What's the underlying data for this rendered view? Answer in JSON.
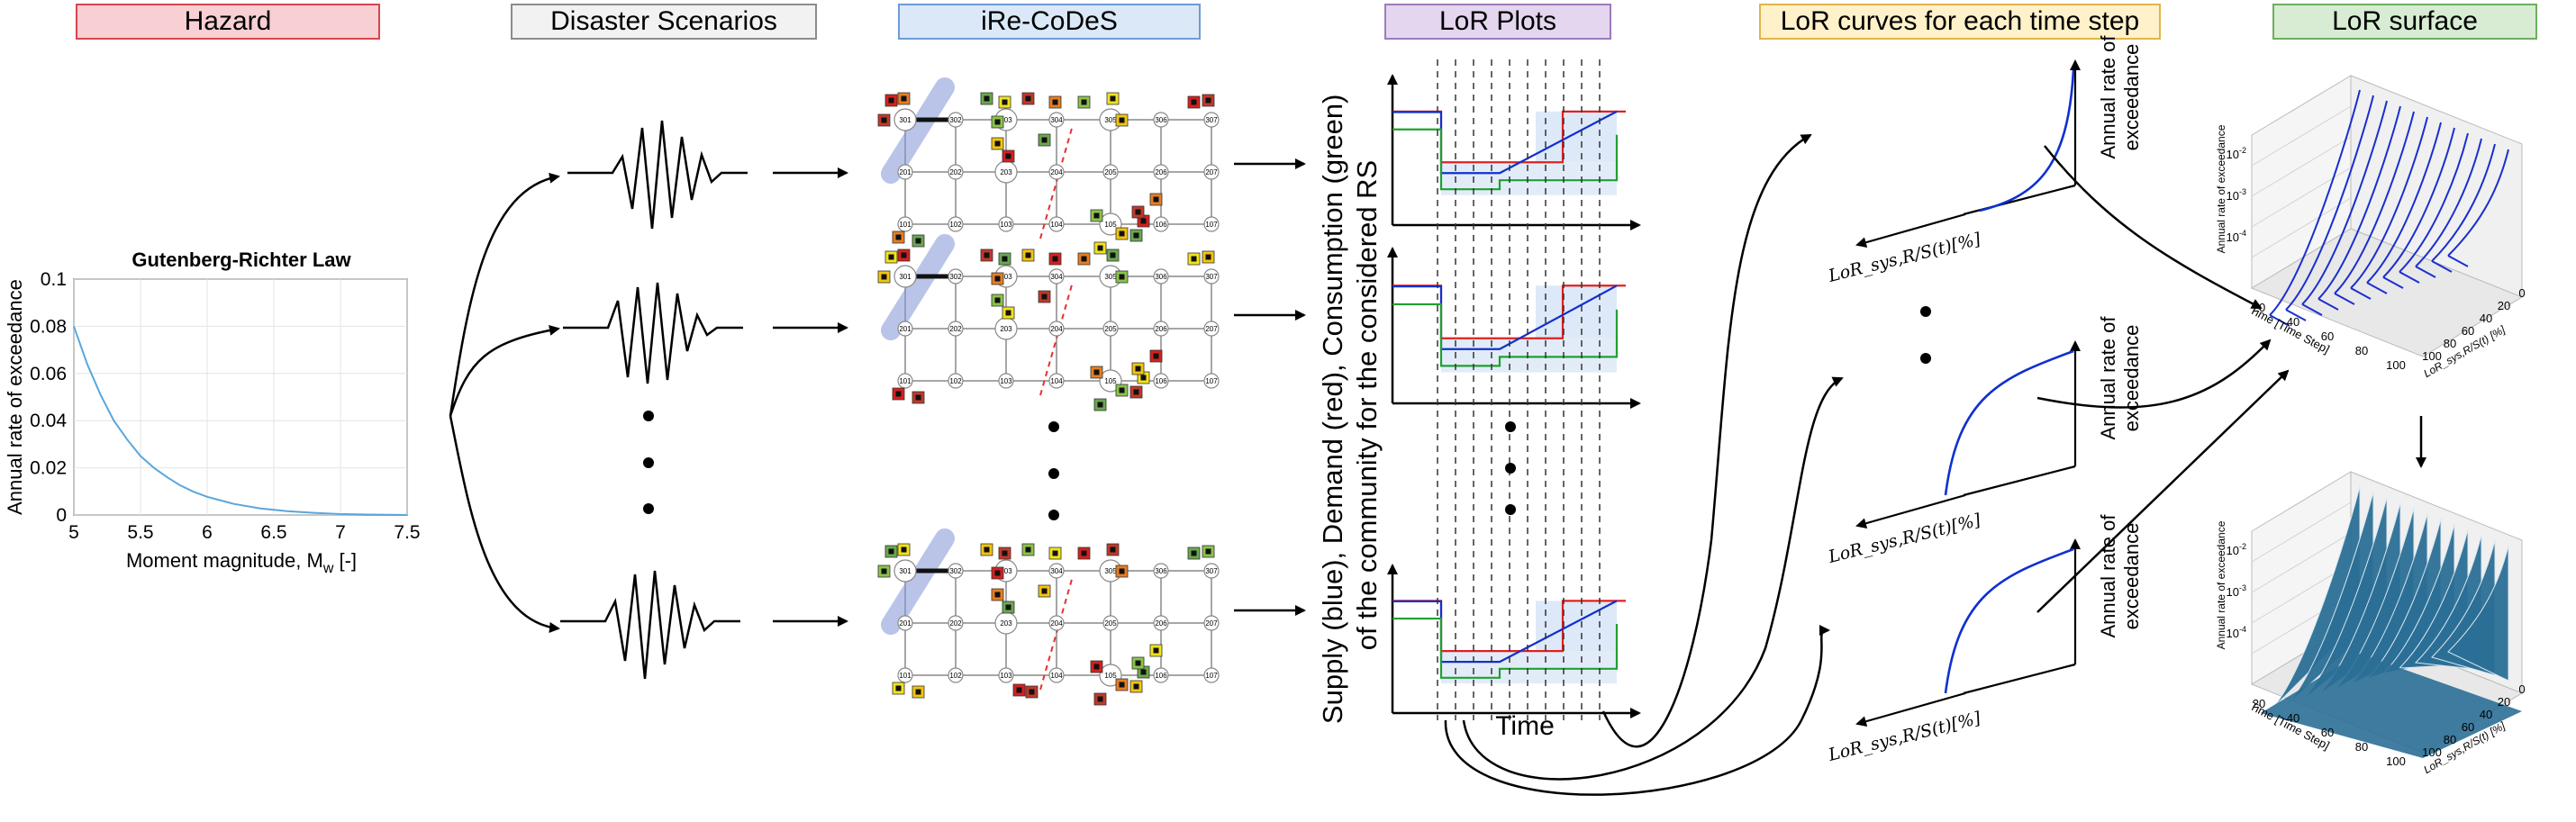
{
  "headers": {
    "hazard": "Hazard",
    "scenarios": "Disaster Scenarios",
    "ireCodes": "iRe-CoDeS",
    "lorPlots": "LoR Plots",
    "lorCurves": "LoR curves for each time step",
    "lorSurface": "LoR surface"
  },
  "colors": {
    "hazard_fill": "#f8cfd2",
    "hazard_border": "#d9434f",
    "scenarios_fill": "#f2f2f2",
    "scenarios_border": "#8c8c8c",
    "ireCodes_fill": "#dbe8f8",
    "ireCodes_border": "#6f9bd6",
    "lorPlots_fill": "#e4d6ee",
    "lorPlots_border": "#9b7bbd",
    "lorCurves_fill": "#fff1c9",
    "lorCurves_border": "#e0b54a",
    "lorSurface_fill": "#d7ecd2",
    "lorSurface_border": "#6dae5f",
    "supply": "#1030d0",
    "demand": "#e02020",
    "consumption": "#20a030",
    "hazard_curve": "#5aa6dc",
    "surface": "#2b6f96"
  },
  "hazardChart": {
    "title": "Gutenberg-Richter Law",
    "xlabel": "Moment magnitude, M",
    "xlabel_sub": "w",
    "xlabel_unit": " [-]",
    "ylabel": "Annual rate of exceedance",
    "xticks": [
      "5",
      "5.5",
      "6",
      "6.5",
      "7",
      "7.5"
    ],
    "yticks": [
      "0",
      "0.02",
      "0.04",
      "0.06",
      "0.08",
      "0.1"
    ]
  },
  "chart_data": {
    "type": "line",
    "title": "Gutenberg-Richter Law",
    "xlabel": "Moment magnitude, Mw [-]",
    "ylabel": "Annual rate of exceedance",
    "xlim": [
      5,
      7.5
    ],
    "ylim": [
      0,
      0.1
    ],
    "grid": true,
    "series": [
      {
        "x": [
          5.0,
          5.1,
          5.2,
          5.3,
          5.4,
          5.5,
          5.6,
          5.7,
          5.8,
          5.9,
          6.0,
          6.2,
          6.4,
          6.6,
          6.8,
          7.0,
          7.2,
          7.5
        ],
        "values": [
          0.08,
          0.064,
          0.051,
          0.04,
          0.032,
          0.025,
          0.02,
          0.016,
          0.0125,
          0.0098,
          0.0077,
          0.0047,
          0.0028,
          0.0016,
          0.0009,
          0.0004,
          0.0002,
          0.0
        ]
      }
    ]
  },
  "lorPlots": {
    "ylabel_line1": "Supply (blue), Demand (red), Consumption (green)",
    "ylabel_line2": "of the community for the considered RS",
    "xlabel": "Time"
  },
  "lorCurves": {
    "ylabel_line1": "Annual rate of",
    "ylabel_line2": "exceedance",
    "xlabel": "LoR_sys,R/S(t)[%]"
  },
  "surface": {
    "zlabel": "Annual rate of exceedance",
    "time_label": "Time [Time Step]",
    "lor_label": "LoR_sys,R/S(t) [%]",
    "ztick1": "10",
    "ztick1_exp": "-2",
    "ztick2": "10",
    "ztick2_exp": "-3",
    "ztick3": "10",
    "ztick3_exp": "-4",
    "time_ticks": [
      "20",
      "40",
      "60",
      "80",
      "100"
    ],
    "lor_ticks": [
      "100",
      "80",
      "60",
      "40",
      "20",
      "0"
    ]
  },
  "nodes": [
    "301",
    "302",
    "303",
    "304",
    "305",
    "306",
    "307",
    "201",
    "202",
    "203",
    "204",
    "205",
    "206",
    "207",
    "101",
    "102",
    "103",
    "104",
    "105",
    "106",
    "107"
  ]
}
